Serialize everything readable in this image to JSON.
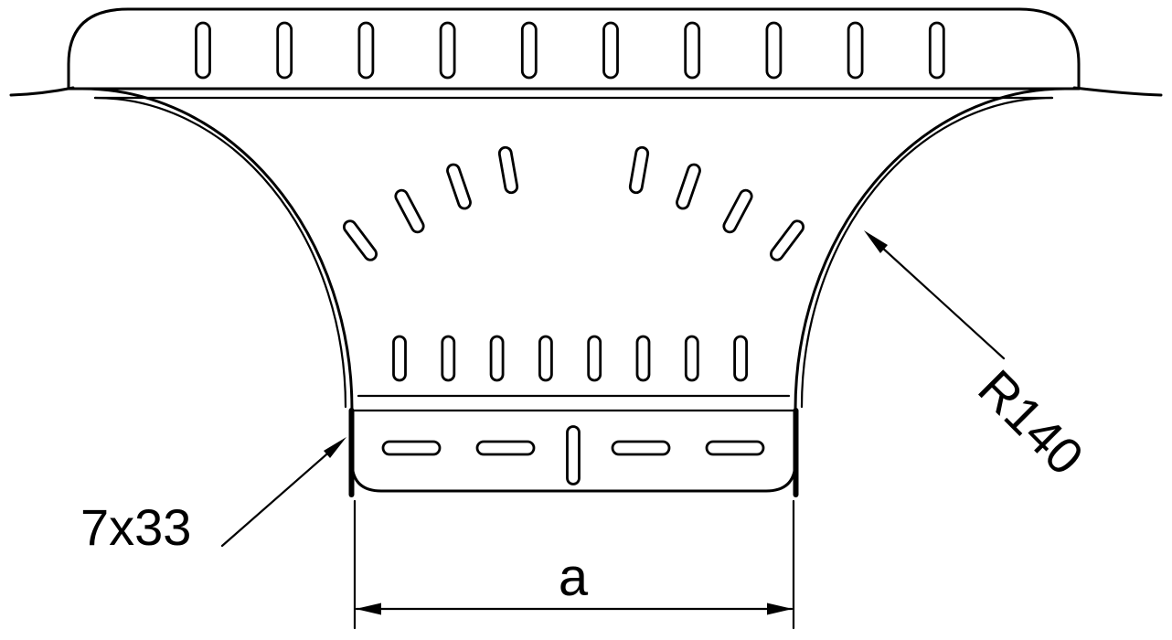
{
  "drawing": {
    "type": "technical-drawing",
    "subject": "cable-tray-tee-fitting-top-view",
    "stroke_color": "#000000",
    "background_color": "#ffffff",
    "labels": {
      "branch_width": "a",
      "slot_spec": "7x33",
      "bend_radius": "R140"
    },
    "slot_counts": {
      "top_flange": 10,
      "fan": 8,
      "branch_web": 8,
      "bottom_flange_horizontal": 4,
      "bottom_flange_vertical": 1
    }
  }
}
